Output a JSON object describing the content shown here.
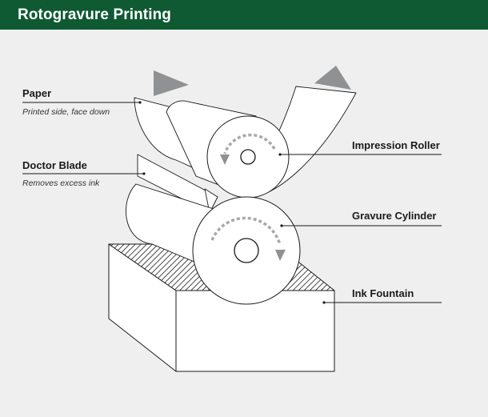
{
  "header": {
    "title": "Rotogravure Printing"
  },
  "labels": {
    "paper": {
      "title": "Paper",
      "note": "Printed side, face down"
    },
    "doctor_blade": {
      "title": "Doctor Blade",
      "note": "Removes excess ink"
    },
    "impression_roller": {
      "title": "Impression Roller"
    },
    "gravure_cylinder": {
      "title": "Gravure Cylinder"
    },
    "ink_fountain": {
      "title": "Ink Fountain"
    }
  },
  "colors": {
    "header_bg": "#0f5a33",
    "background": "#eeefee",
    "line": "#1a1a1a",
    "arrow_gray": "#8f9193",
    "rotation_arrow": "#a7a9ac"
  }
}
